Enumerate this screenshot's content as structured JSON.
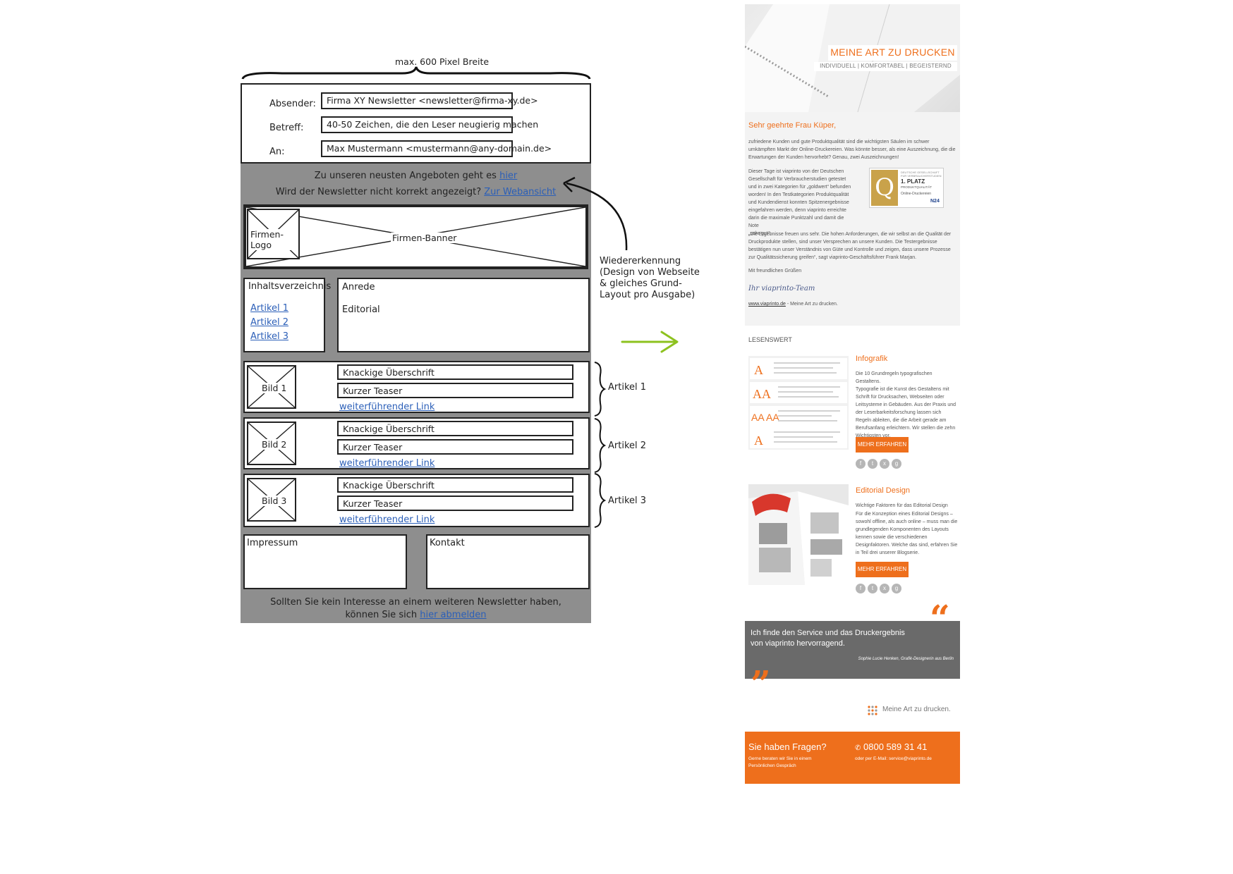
{
  "wireframe": {
    "width_label": "max. 600 Pixel Breite",
    "header": {
      "sender_label": "Absender:",
      "sender_value": "Firma XY Newsletter <newsletter@firma-xy.de>",
      "subject_label": "Betreff:",
      "subject_value": "40-50 Zeichen, die den Leser neugierig machen",
      "to_label": "An:",
      "to_value": "Max Mustermann <mustermann@any-domain.de>"
    },
    "preheader": {
      "line1_text": "Zu unseren neusten Angeboten geht es",
      "line1_link": "hier",
      "line2_text": "Wird der Newsletter nicht korrekt angezeigt?",
      "line2_link": "Zur Webansicht"
    },
    "banner": {
      "logo_label": "Firmen-Logo",
      "banner_label": "Firmen-Banner"
    },
    "recognition_note": [
      "Wiedererkennung",
      "(Design von Webseite",
      "& gleiches Grund-",
      "Layout pro Ausgabe)"
    ],
    "toc": {
      "title": "Inhaltsverzeichnis",
      "links": [
        "Artikel 1",
        "Artikel 2",
        "Artikel 3"
      ]
    },
    "editorial": {
      "salutation": "Anrede",
      "body": "Editorial"
    },
    "articles": [
      {
        "image": "Bild 1",
        "headline": "Knackige Überschrift",
        "teaser": "Kurzer Teaser",
        "link": "weiterführender Link",
        "side_label": "Artikel 1"
      },
      {
        "image": "Bild 2",
        "headline": "Knackige Überschrift",
        "teaser": "Kurzer Teaser",
        "link": "weiterführender Link",
        "side_label": "Artikel 2"
      },
      {
        "image": "Bild 3",
        "headline": "Knackige Überschrift",
        "teaser": "Kurzer Teaser",
        "link": "weiterführender Link",
        "side_label": "Artikel 3"
      }
    ],
    "footer": {
      "imprint": "Impressum",
      "contact": "Kontakt"
    },
    "unsubscribe": {
      "line1": "Sollten Sie kein Interesse an einem weiteren Newsletter haben,",
      "line2_text": "können Sie sich",
      "line2_link": "hier abmelden"
    }
  },
  "newsletter": {
    "hero_title": "MEINE ART ZU DRUCKEN",
    "hero_subtitle": "INDIVIDUELL | KOMFORTABEL | BEGEISTERND",
    "greeting": "Sehr geehrte Frau Küper,",
    "intro": "zufriedene Kunden und gute Produktqualität sind die wichtigsten Säulen im schwer umkämpften Markt der Online-Druckereien. Was könnte besser, als eine Auszeichnung, die die Erwartungen der Kunden hervorhebt? Genau, zwei Auszeichnungen!",
    "body1_lines": [
      "Dieser Tage ist viaprinto von der Deutschen",
      "Gesellschaft für Verbraucherstudien getestet",
      "und in zwei Kategorien für „goldwert“ befunden",
      "worden! In den Testkategorien Produktqualität",
      "und Kundendienst konnten Spitzenergebnisse",
      "eingefahren werden, denn viaprinto erreichte",
      "darin die maximale Punktzahl und damit die Note",
      "„sehr gut“."
    ],
    "award": {
      "rank": "1. PLATZ",
      "line2": "PRODUKTQUALITÄT",
      "line3": "Online-Druckereien",
      "brand": "N24",
      "tag": "DEUTSCHE GESELLSCHAFT FÜR VERBRAUCHERSTUDIEN"
    },
    "quote_text": "„Die Ergebnisse freuen uns sehr. Die hohen Anforderungen, die wir selbst an die Qualität der Druckprodukte stellen, sind unser Versprechen an unsere Kunden. Die Testergebnisse bestätigen nun unser Verständnis von Güte und Kontrolle und zeigen, dass unsere Prozesse zur Qualitätssicherung greifen“, sagt viaprinto-Geschäftsführer Frank Marjan.",
    "regards": "Mit freundlichen Grüßen",
    "signature": "Ihr viaprinto-Team",
    "sign_link": "www.viaprinto.de",
    "sign_tail": " - Meine Art zu drucken.",
    "section_label": "LESENSWERT",
    "articles": [
      {
        "title": "Infografik",
        "subtitle": "Die 10 Grundregeln typografischen Gestaltens.",
        "text": "Typografie ist die Kunst des Gestaltens mit Schrift für Drucksachen, Webseiten oder Leitsysteme in Gebäuden. Aus der Praxis und der Leserbarkeitsforschung lassen sich Regeln ableiten, die die Arbeit gerade am Berufsanfang erleichtern. Wir stellen die zehn Wichtigsten vor.",
        "button": "MEHR ERFAHREN"
      },
      {
        "title": "Editorial Design",
        "subtitle": "Wichtige Faktoren für das Editorial Design",
        "text": "Für die Konzeption eines Editorial Designs – sowohl offline, als auch online – muss man die grundlegenden Komponenten des Layouts kennen sowie die verschiedenen Designfaktoren. Welche das sind, erfahren Sie in Teil drei unserer Blogserie.",
        "button": "MEHR ERFAHREN"
      }
    ],
    "testimonial": {
      "text_lines": [
        "Ich finde den Service und das Druckergebnis",
        "von viaprinto hervorragend."
      ],
      "author": "Sophie Lucie Henken, Grafik-Designerin aus Berlin"
    },
    "brand_claim": "Meine Art zu drucken.",
    "contact": {
      "title": "Sie haben Fragen?",
      "sub_lines": [
        "Gerne beraten wir Sie in einem",
        "Persönlichen Gespräch"
      ],
      "phone": "0800 589 31 41",
      "email_line": "oder per E-Mail: service@viaprinto.de"
    },
    "colors": {
      "accent": "#ee6f1c",
      "testimonial_bg": "#6a6a6a"
    }
  }
}
